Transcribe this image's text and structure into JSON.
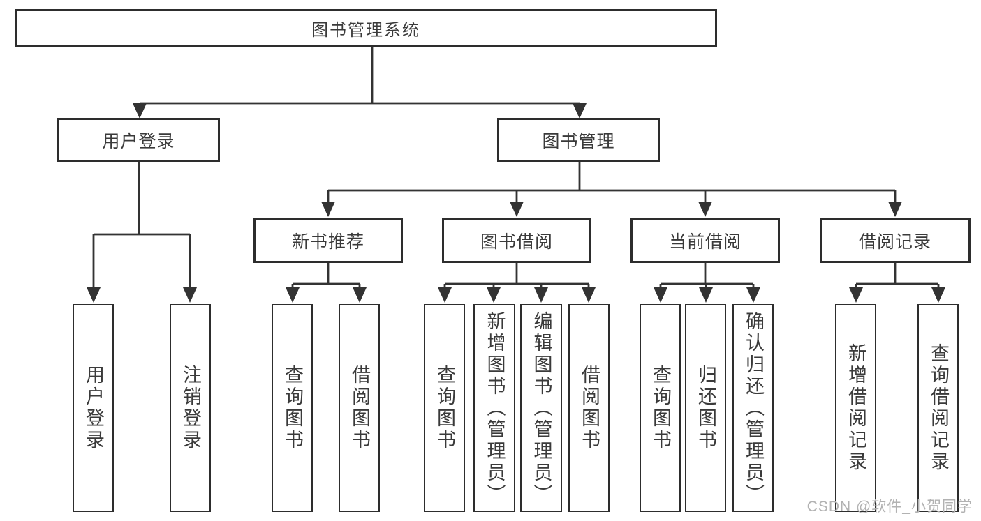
{
  "watermark": "CSDN @软件_小贺同学",
  "colors": {
    "line": "#333333",
    "box_border": "#2d2d2d",
    "text": "#3a3a3a",
    "watermark": "#b2b2b2",
    "background": "#ffffff"
  },
  "diagram": {
    "type": "hierarchy-tree",
    "root": {
      "label": "图书管理系统",
      "children": [
        {
          "label": "用户登录",
          "children": [
            {
              "label": "用户登录"
            },
            {
              "label": "注销登录"
            }
          ]
        },
        {
          "label": "图书管理",
          "children": [
            {
              "label": "新书推荐",
              "children": [
                {
                  "label": "查询图书"
                },
                {
                  "label": "借阅图书"
                }
              ]
            },
            {
              "label": "图书借阅",
              "children": [
                {
                  "label": "查询图书"
                },
                {
                  "label": "新增图书（管理员）"
                },
                {
                  "label": "编辑图书（管理员）"
                },
                {
                  "label": "借阅图书"
                }
              ]
            },
            {
              "label": "当前借阅",
              "children": [
                {
                  "label": "查询图书"
                },
                {
                  "label": "归还图书"
                },
                {
                  "label": "确认归还（管理员）"
                }
              ]
            },
            {
              "label": "借阅记录",
              "children": [
                {
                  "label": "新增借阅记录"
                },
                {
                  "label": "查询借阅记录"
                }
              ]
            }
          ]
        }
      ]
    }
  }
}
